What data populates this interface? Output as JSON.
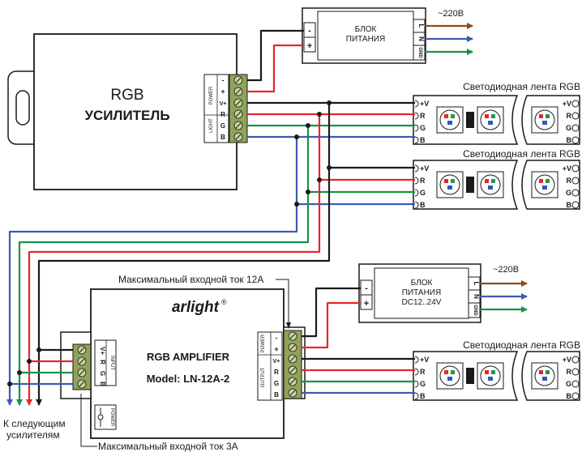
{
  "amplifier_top": {
    "title": "RGB",
    "subtitle": "УСИЛИТЕЛЬ",
    "port_light": "LIGHT",
    "port_power": "POWER",
    "pins": [
      "B",
      "G",
      "R",
      "V+",
      "+",
      "-"
    ]
  },
  "psu_top": {
    "line1": "БЛОК",
    "line2": "ПИТАНИЯ",
    "minus": "-",
    "plus": "+",
    "mains": "~220В",
    "pins": [
      "L",
      "N",
      "GND"
    ]
  },
  "strips": {
    "label": "Светодиодная лента RGB",
    "pins": [
      "+V",
      "R",
      "G",
      "B"
    ]
  },
  "amplifier_bottom": {
    "brand": "arlight",
    "registered": "®",
    "title": "RGB AMPLIFIER",
    "model": "Model: LN-12A-2",
    "input_label": "INPUT",
    "input_pins": [
      "V+",
      "R",
      "G",
      "B"
    ],
    "output_label": "OUTPUT",
    "output_pins": [
      "B",
      "G",
      "R",
      "V+"
    ],
    "power_label": "POWER",
    "power_pins": [
      "+",
      "-"
    ],
    "power_jack": "POWER"
  },
  "psu_bottom": {
    "line1": "БЛОК",
    "line2": "ПИТАНИЯ",
    "line3": "DC12..24V",
    "minus": "-",
    "plus": "+",
    "mains": "~220В",
    "pins": [
      "L",
      "N",
      "GND"
    ]
  },
  "annotations": {
    "max_current_12a": "Максимальный входной ток 12А",
    "max_current_3a": "Максимальный входной ток 3А",
    "next_line1": "К следующим",
    "next_line2": "усилителям"
  },
  "colors": {
    "wire_black": "#1a1a1a",
    "wire_red": "#e8262b",
    "wire_green": "#16934a",
    "wire_blue": "#3b5bb3",
    "wire_brown": "#8a4b1c",
    "terminal": "#8fa35a",
    "led_red": "#e0262b",
    "led_green": "#1f9a4e",
    "led_blue": "#2f5bb5"
  }
}
